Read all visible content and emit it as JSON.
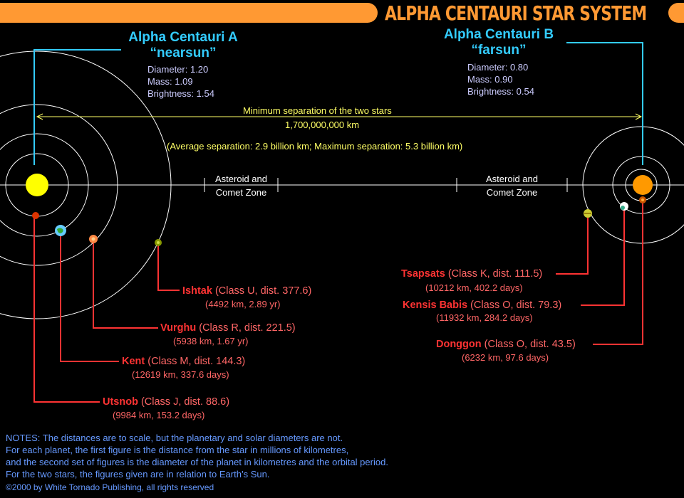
{
  "header": {
    "title": "ALPHA CENTAURI STAR SYSTEM"
  },
  "colors": {
    "accent": "#ff9933",
    "star_label": "#33ccff",
    "planet_label": "#ff3333",
    "notes": "#6699ff",
    "separation": "#ffff66"
  },
  "star_a": {
    "name": "Alpha Centauri A",
    "nickname": "“nearsun”",
    "diameter": "Diameter: 1.20",
    "mass": "Mass: 1.09",
    "brightness": "Brightness: 1.54"
  },
  "star_b": {
    "name": "Alpha Centauri B",
    "nickname": "“farsun”",
    "diameter": "Diameter: 0.80",
    "mass": "Mass: 0.90",
    "brightness": "Brightness: 0.54"
  },
  "separation": {
    "label": "Minimum separation of the two stars",
    "value": "1,700,000,000 km",
    "note": "(Average separation: 2.9 billion km;  Maximum separation: 5.3 billion km)"
  },
  "zones": {
    "left": {
      "line1": "Asteroid and",
      "line2": "Comet Zone"
    },
    "right": {
      "line1": "Asteroid and",
      "line2": "Comet Zone"
    }
  },
  "planets_a": [
    {
      "name": "Ishtak",
      "info": " (Class U, dist. 377.6)",
      "sub": "(4492 km, 2.89 yr)"
    },
    {
      "name": "Vurghu",
      "info": " (Class R, dist. 221.5)",
      "sub": "(5938 km, 1.67 yr)"
    },
    {
      "name": "Kent",
      "info": " (Class M, dist. 144.3)",
      "sub": "(12619 km, 337.6 days)"
    },
    {
      "name": "Utsnob",
      "info": " (Class J, dist. 88.6)",
      "sub": "(9984 km, 153.2 days)"
    }
  ],
  "planets_b": [
    {
      "name": "Tsapsats",
      "info": " (Class K, dist. 111.5)",
      "sub": "(10212 km, 402.2 days)"
    },
    {
      "name": "Kensis Babis",
      "info": " (Class O, dist. 79.3)",
      "sub": "(11932 km, 284.2 days)"
    },
    {
      "name": "Donggon",
      "info": " (Class O, dist. 43.5)",
      "sub": "(6232 km, 97.6 days)"
    }
  ],
  "notes": {
    "line1": "NOTES:  The distances are to scale, but the planetary and solar diameters are not.",
    "line2": "For each planet, the first figure is the distance from the star in millions of kilometres,",
    "line3": "and the second set of figures is the diameter of the planet in kilometres and the orbital period.",
    "line4": "For the two stars, the figures given are in relation to Earth’s Sun."
  },
  "copyright": "©2000 by White Tornado Publishing, all rights reserved"
}
